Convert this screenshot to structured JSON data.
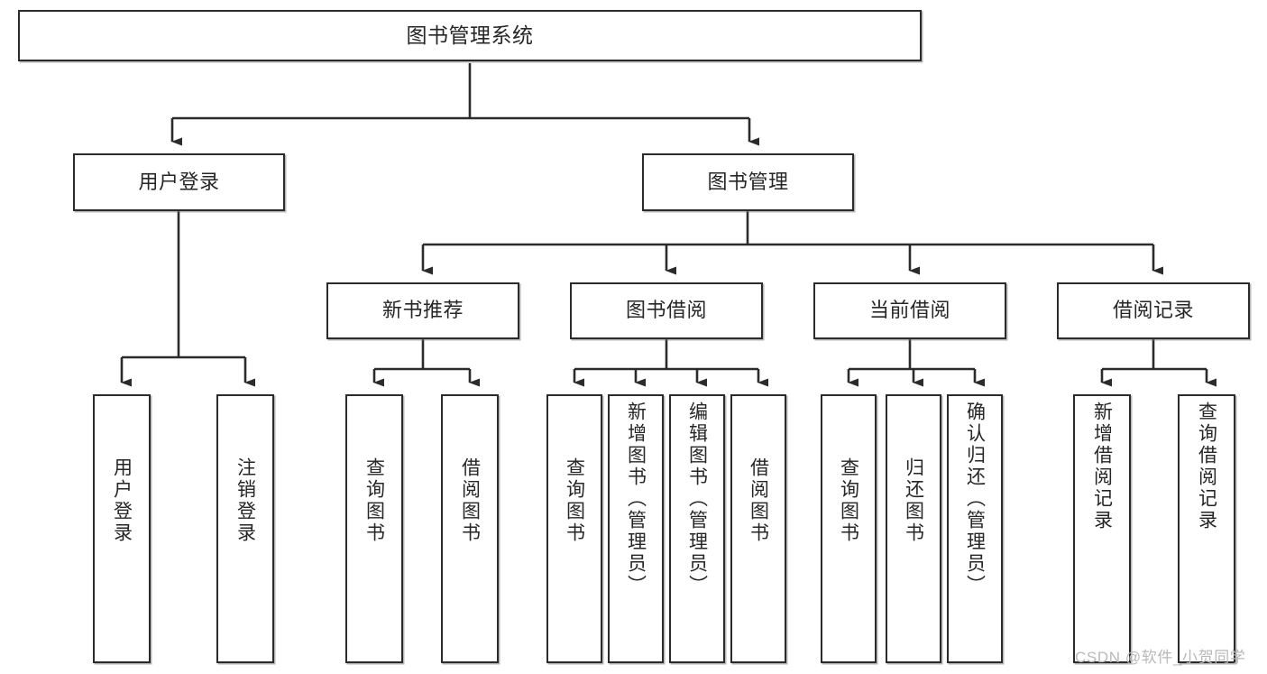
{
  "diagram": {
    "type": "tree",
    "title": "图书管理系统",
    "root": {
      "label": "图书管理系统"
    },
    "tier1": [
      {
        "label": "用户登录"
      },
      {
        "label": "图书管理"
      }
    ],
    "tier2": [
      {
        "label": "新书推荐"
      },
      {
        "label": "图书借阅"
      },
      {
        "label": "当前借阅"
      },
      {
        "label": "借阅记录"
      }
    ],
    "leaves": {
      "user_login": [
        {
          "label": "用户登录"
        },
        {
          "label": "注销登录"
        }
      ],
      "new_book_recommend": [
        {
          "label": "查询图书"
        },
        {
          "label": "借阅图书"
        }
      ],
      "book_borrow": [
        {
          "label": "查询图书"
        },
        {
          "label": "新增图书（管理员）"
        },
        {
          "label": "编辑图书（管理员）"
        },
        {
          "label": "借阅图书"
        }
      ],
      "current_borrow": [
        {
          "label": "查询图书"
        },
        {
          "label": "归还图书"
        },
        {
          "label": "确认归还（管理员）"
        }
      ],
      "borrow_record": [
        {
          "label": "新增借阅记录"
        },
        {
          "label": "查询借阅记录"
        }
      ]
    }
  },
  "watermark": {
    "text": "CSDN @软件_小贺同学"
  },
  "colors": {
    "border": "#2b2b2b",
    "background": "#ffffff",
    "text": "#262626",
    "watermark": "#b9b9b9"
  }
}
